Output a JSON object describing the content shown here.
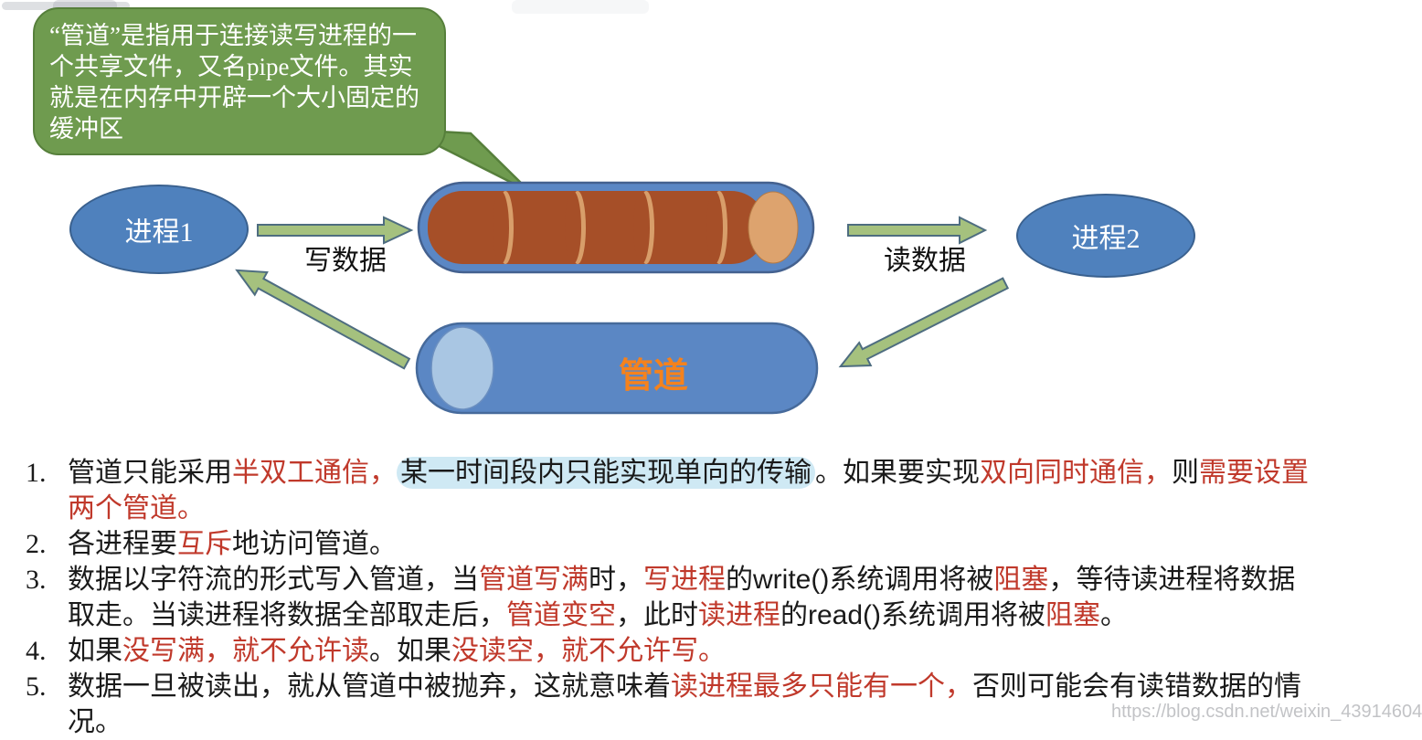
{
  "slide": {
    "bubble_text": "“管道”是指用于连接读写进程的一个共享文件，又名pipe文件。其实就是在内存中开辟一个大小固定的缓冲区",
    "process1_label": "进程1",
    "process2_label": "进程2",
    "write_arrow_label": "写数据",
    "read_arrow_label": "读数据",
    "pipe_label": "管道"
  },
  "notes": {
    "items": [
      {
        "number": "1.",
        "runs": [
          {
            "t": "管道只能采用"
          },
          {
            "t": "半双工通信，",
            "s": "r"
          },
          {
            "t": "某一时间段内只能实现单向的传输",
            "s": "hl"
          },
          {
            "t": "。如果要实现"
          },
          {
            "t": "双向同时通信，",
            "s": "r"
          },
          {
            "t": "则"
          },
          {
            "t": "需要设置两个管道。",
            "s": "r"
          }
        ]
      },
      {
        "number": "2.",
        "runs": [
          {
            "t": "各进程要"
          },
          {
            "t": "互斥",
            "s": "r"
          },
          {
            "t": "地访问管道。"
          }
        ]
      },
      {
        "number": "3.",
        "runs": [
          {
            "t": "数据以字符流的形式写入管道，当"
          },
          {
            "t": "管道写满",
            "s": "r"
          },
          {
            "t": "时，"
          },
          {
            "t": "写进程",
            "s": "r"
          },
          {
            "t": "的"
          },
          {
            "t": "write()",
            "s": "en"
          },
          {
            "t": "系统调用将被"
          },
          {
            "t": "阻塞",
            "s": "r"
          },
          {
            "t": "，等待读进程将数据取走。当读进程将数据全部取走后，"
          },
          {
            "t": "管道变空",
            "s": "r"
          },
          {
            "t": "，此时"
          },
          {
            "t": "读进程",
            "s": "r"
          },
          {
            "t": "的"
          },
          {
            "t": "read()",
            "s": "en"
          },
          {
            "t": "系统调用将被"
          },
          {
            "t": "阻塞",
            "s": "r"
          },
          {
            "t": "。"
          }
        ]
      },
      {
        "number": "4.",
        "runs": [
          {
            "t": "如果"
          },
          {
            "t": "没写满，就不允许读",
            "s": "r"
          },
          {
            "t": "。如果"
          },
          {
            "t": "没读空，就不允许写。",
            "s": "r"
          }
        ]
      },
      {
        "number": "5.",
        "runs": [
          {
            "t": "数据一旦被读出，就从管道中被抛弃，这就意味着"
          },
          {
            "t": "读进程最多只能有一个，",
            "s": "r"
          },
          {
            "t": "否则可能会有读错数据的情况。"
          }
        ]
      }
    ]
  },
  "watermark": "https://blog.csdn.net/weixin_43914604",
  "colors": {
    "bubble_green": "#6f9b4f",
    "process_blue": "#4f81bd",
    "pipe_outer_blue": "#5b87c4",
    "pipe_end_light_blue": "#a9c6e3",
    "pipe_data_brown": "#a64f28",
    "pipe_data_tan": "#d89e6a",
    "arrow_green": "#a5c17e",
    "pipe_label_orange": "#f5821d",
    "emphasis_red": "#c0392b",
    "highlight_blue": "#cfe9f4"
  }
}
